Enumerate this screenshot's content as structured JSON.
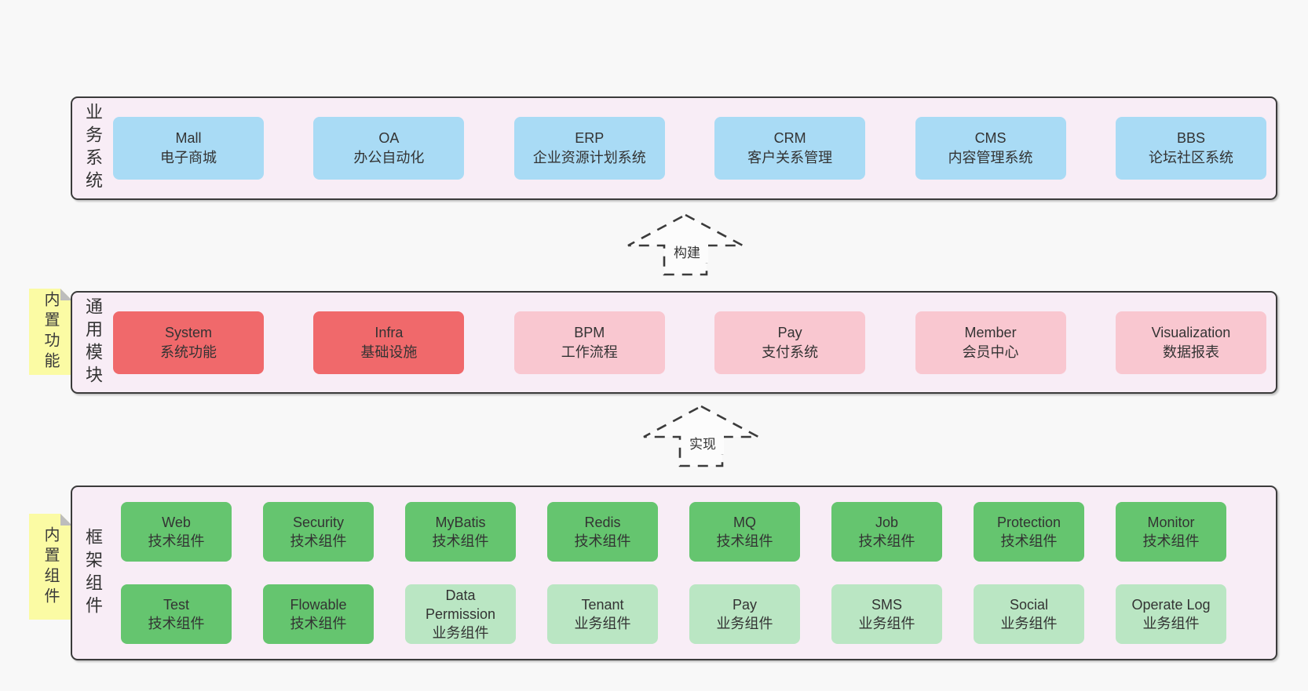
{
  "colors": {
    "page_bg": "#f8f8f8",
    "band_bg": "#f8edf6",
    "band_border": "#3b3b3b",
    "box_blue": "#a9dbf5",
    "box_red": "#f0696b",
    "box_pink": "#f9c7d0",
    "box_green": "#65c56f",
    "box_light_green": "#bae6c3",
    "note_bg": "#fbfba4",
    "note_fold": "#bdbdbd",
    "text": "#333333"
  },
  "bands": [
    {
      "label": "业务系统",
      "boxes": [
        {
          "title": "Mall",
          "subtitle": "电子商城",
          "variant": "blue"
        },
        {
          "title": "OA",
          "subtitle": "办公自动化",
          "variant": "blue"
        },
        {
          "title": "ERP",
          "subtitle": "企业资源计划系统",
          "variant": "blue"
        },
        {
          "title": "CRM",
          "subtitle": "客户关系管理",
          "variant": "blue"
        },
        {
          "title": "CMS",
          "subtitle": "内容管理系统",
          "variant": "blue"
        },
        {
          "title": "BBS",
          "subtitle": "论坛社区系统",
          "variant": "blue"
        }
      ]
    },
    {
      "label": "通用模块",
      "note": "内置功能",
      "boxes": [
        {
          "title": "System",
          "subtitle": "系统功能",
          "variant": "red"
        },
        {
          "title": "Infra",
          "subtitle": "基础设施",
          "variant": "red"
        },
        {
          "title": "BPM",
          "subtitle": "工作流程",
          "variant": "pink"
        },
        {
          "title": "Pay",
          "subtitle": "支付系统",
          "variant": "pink"
        },
        {
          "title": "Member",
          "subtitle": "会员中心",
          "variant": "pink"
        },
        {
          "title": "Visualization",
          "subtitle": "数据报表",
          "variant": "pink"
        }
      ]
    },
    {
      "label": "框架组件",
      "note": "内置组件",
      "rows": [
        [
          {
            "title": "Web",
            "subtitle": "技术组件",
            "variant": "green"
          },
          {
            "title": "Security",
            "subtitle": "技术组件",
            "variant": "green"
          },
          {
            "title": "MyBatis",
            "subtitle": "技术组件",
            "variant": "green"
          },
          {
            "title": "Redis",
            "subtitle": "技术组件",
            "variant": "green"
          },
          {
            "title": "MQ",
            "subtitle": "技术组件",
            "variant": "green"
          },
          {
            "title": "Job",
            "subtitle": "技术组件",
            "variant": "green"
          },
          {
            "title": "Protection",
            "subtitle": "技术组件",
            "variant": "green"
          },
          {
            "title": "Monitor",
            "subtitle": "技术组件",
            "variant": "green"
          }
        ],
        [
          {
            "title": "Test",
            "subtitle": "技术组件",
            "variant": "green"
          },
          {
            "title": "Flowable",
            "subtitle": "技术组件",
            "variant": "green"
          },
          {
            "title": "Data Permission",
            "subtitle": "业务组件",
            "variant": "lightgreen"
          },
          {
            "title": "Tenant",
            "subtitle": "业务组件",
            "variant": "lightgreen"
          },
          {
            "title": "Pay",
            "subtitle": "业务组件",
            "variant": "lightgreen"
          },
          {
            "title": "SMS",
            "subtitle": "业务组件",
            "variant": "lightgreen"
          },
          {
            "title": "Social",
            "subtitle": "业务组件",
            "variant": "lightgreen"
          },
          {
            "title": "Operate Log",
            "subtitle": "业务组件",
            "variant": "lightgreen"
          }
        ]
      ]
    }
  ],
  "arrows": [
    {
      "label": "构建"
    },
    {
      "label": "实现"
    }
  ]
}
